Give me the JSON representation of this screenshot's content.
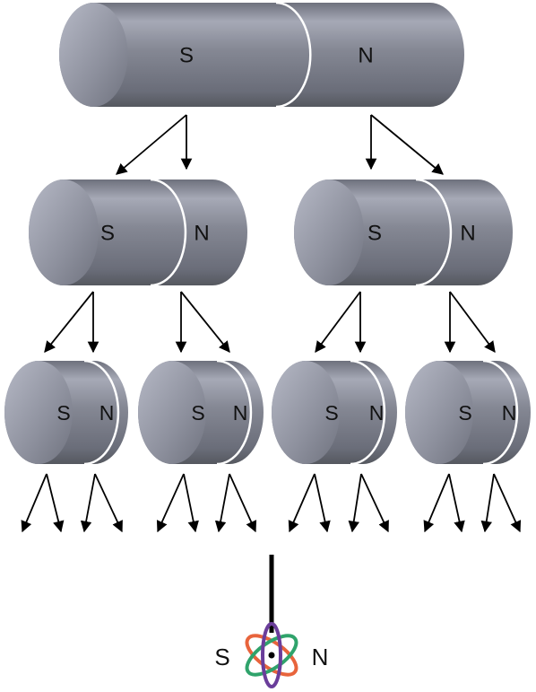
{
  "magnets": {
    "level1": [
      {
        "south": "S",
        "north": "N"
      }
    ],
    "level2": [
      {
        "south": "S",
        "north": "N"
      },
      {
        "south": "S",
        "north": "N"
      }
    ],
    "level3": [
      {
        "south": "S",
        "north": "N"
      },
      {
        "south": "S",
        "north": "N"
      },
      {
        "south": "S",
        "north": "N"
      },
      {
        "south": "S",
        "north": "N"
      }
    ]
  },
  "atom": {
    "south": "S",
    "north": "N",
    "orbit_colors": [
      "#e8643c",
      "#2fa36b",
      "#6a3d9a"
    ]
  },
  "colors": {
    "magnet_body": "#7c7f8c",
    "magnet_highlight": "#a6a9b6",
    "magnet_shadow": "#5f626d",
    "end_cap": "#9a9dab",
    "divider": "#ffffff",
    "arrow": "#000000"
  }
}
